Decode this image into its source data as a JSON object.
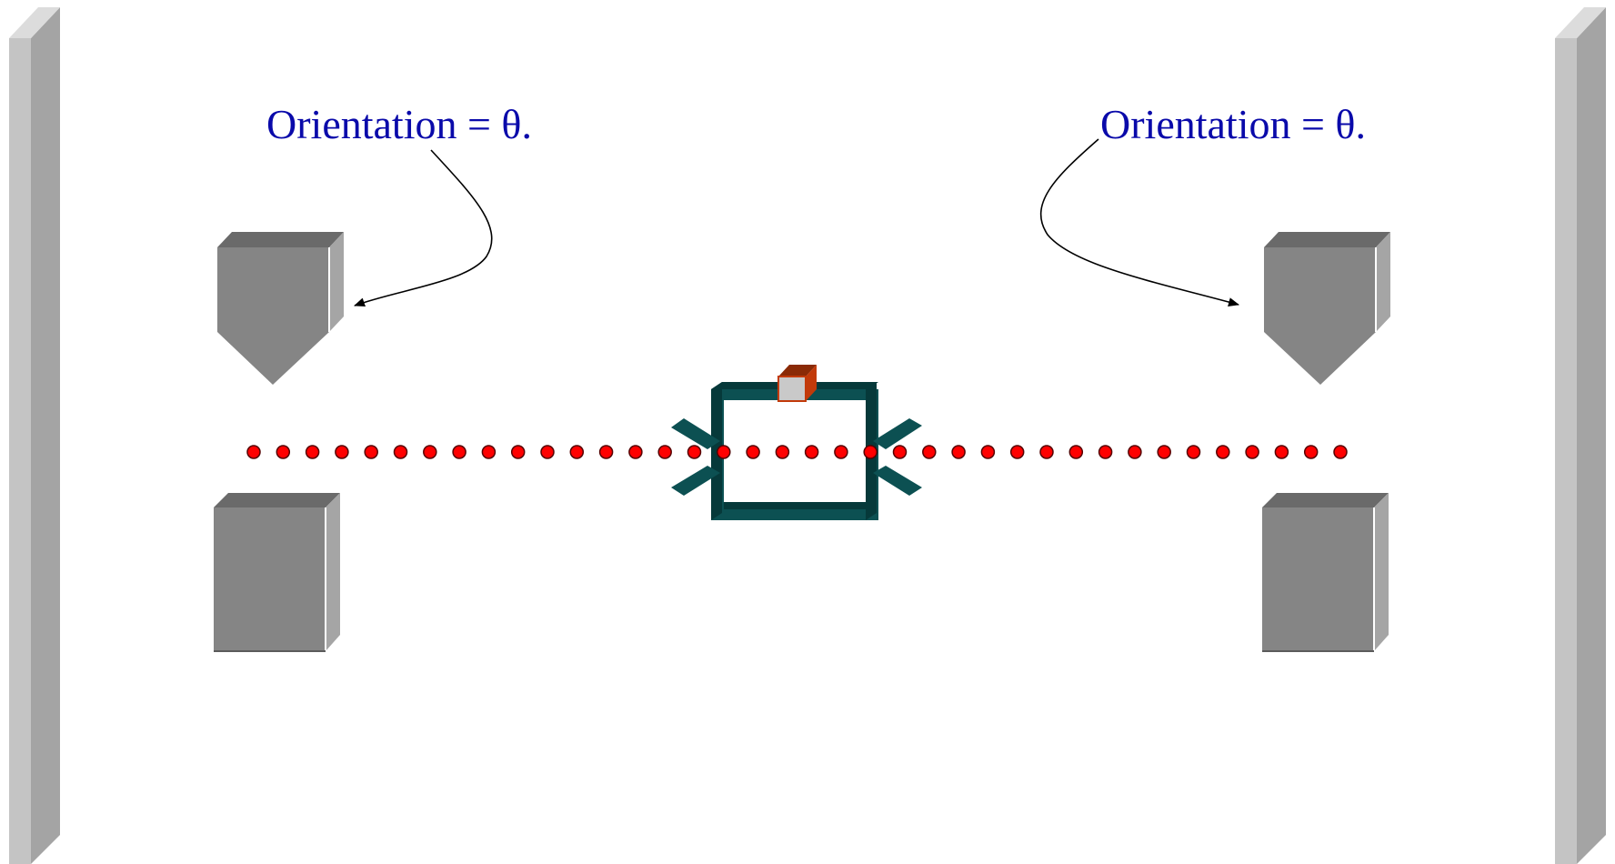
{
  "labels": {
    "left_annotation": "Orientation = θ.",
    "right_annotation": "Orientation = θ."
  },
  "colors": {
    "label_text": "#0a0aaa",
    "beam_dot": "#ff0000",
    "beam_dot_outline": "#550000",
    "apparatus_frame": "#0c5052",
    "apparatus_frame_dark": "#06393a",
    "detector_front": "#858585",
    "detector_top": "#6a6a6a",
    "detector_side": "#a5a5a5",
    "wall_front": "#c4c4c4",
    "wall_side": "#a4a4a4",
    "source_box": "#c9c9c9",
    "source_box_accent": "#c23a0a"
  },
  "beam": {
    "dot_count": 38
  },
  "icons": {
    "left_wall": "wall-panel",
    "right_wall": "wall-panel",
    "upper_left_detector": "pointed-detector",
    "lower_left_detector": "block-detector",
    "upper_right_detector": "pointed-detector",
    "lower_right_detector": "block-detector",
    "center_apparatus": "frame-apparatus",
    "source_cube": "source-box"
  }
}
